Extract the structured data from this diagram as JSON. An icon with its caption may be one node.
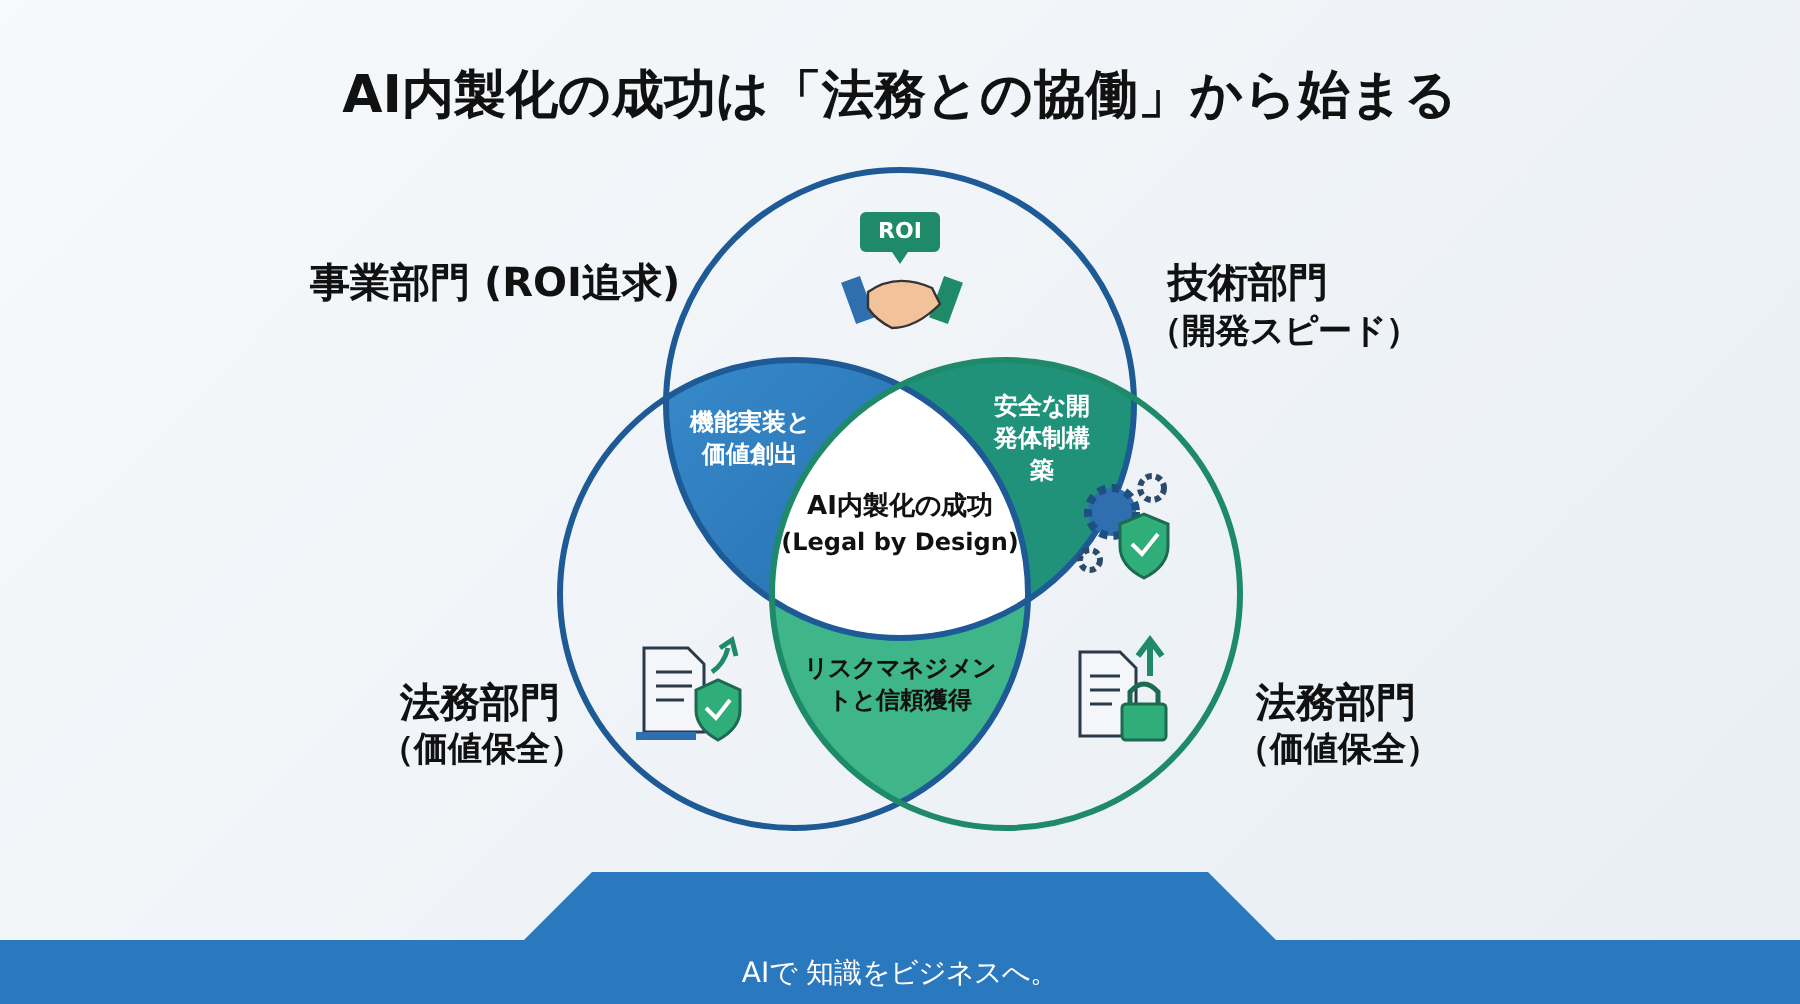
{
  "diagram": {
    "title": "AI内製化の成功は「法務との協働」から始まる",
    "nodes": [
      {
        "text": [
          "機能実装と価値創出"
        ]
      },
      {
        "text": [
          "安全な開発体制構築"
        ]
      },
      {
        "text": [
          "AI内製化の成功",
          "(Legal by Design)"
        ]
      },
      {
        "text": [
          "リスクマネジメントと信頼獲得"
        ]
      }
    ],
    "labels": [
      "事業部門 (ROI追求)",
      "技術部門",
      "（開発スピード）",
      "ROI",
      "法務部門",
      "（価値保全）",
      "法務部門",
      "（価値保全）",
      "AIで 知識をビジネスへ。"
    ]
  }
}
